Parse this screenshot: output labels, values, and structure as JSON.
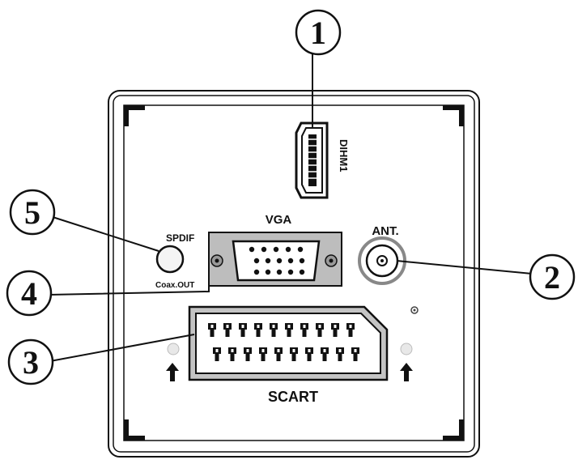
{
  "colors": {
    "ink": "#111111",
    "panel_fill": "#ffffff",
    "vga_plate": "#bdbdbd",
    "scart_body": "#c4c4c4"
  },
  "ports": {
    "hdmi": {
      "label": "DIHM1",
      "icon": "hdmi-port-icon"
    },
    "vga": {
      "label": "VGA",
      "icon": "vga-port-icon"
    },
    "antenna": {
      "label": "ANT.",
      "icon": "antenna-jack-icon"
    },
    "spdif": {
      "label_top": "SPDIF",
      "label_bottom": "Coax.OUT",
      "icon": "coax-jack-icon"
    },
    "scart": {
      "label": "SCART",
      "icon": "scart-port-icon"
    }
  },
  "callouts": [
    {
      "id": "1",
      "text": "1",
      "target": "hdmi"
    },
    {
      "id": "2",
      "text": "2",
      "target": "antenna"
    },
    {
      "id": "3",
      "text": "3",
      "target": "scart"
    },
    {
      "id": "4",
      "text": "4",
      "target": "vga"
    },
    {
      "id": "5",
      "text": "5",
      "target": "spdif"
    }
  ]
}
